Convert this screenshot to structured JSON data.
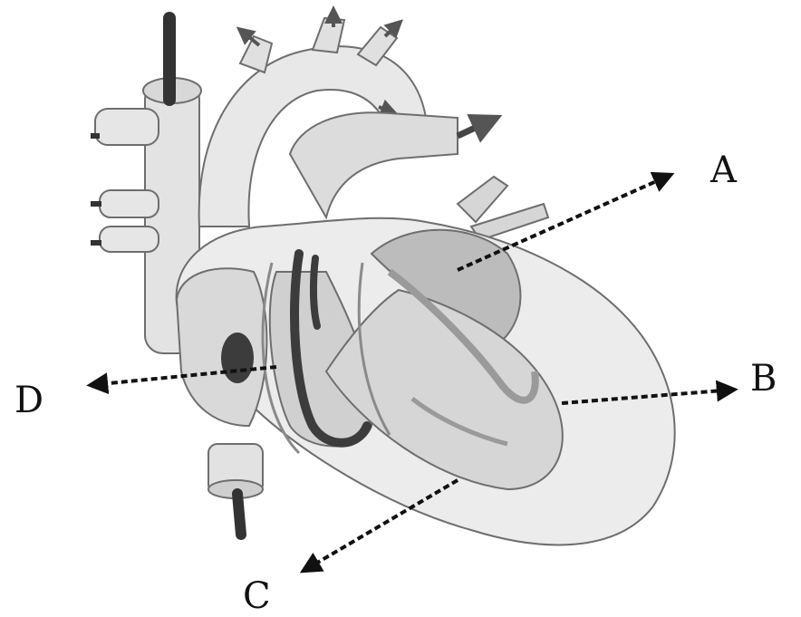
{
  "diagram": {
    "labels": {
      "a": "A",
      "b": "B",
      "c": "C",
      "d": "D"
    },
    "colors": {
      "outline": "#6e6e6e",
      "light_tissue": "#e6e6e6",
      "mid_tissue": "#cfcfcf",
      "dark_tissue": "#3c3c3c",
      "arrow": "#111111"
    }
  }
}
